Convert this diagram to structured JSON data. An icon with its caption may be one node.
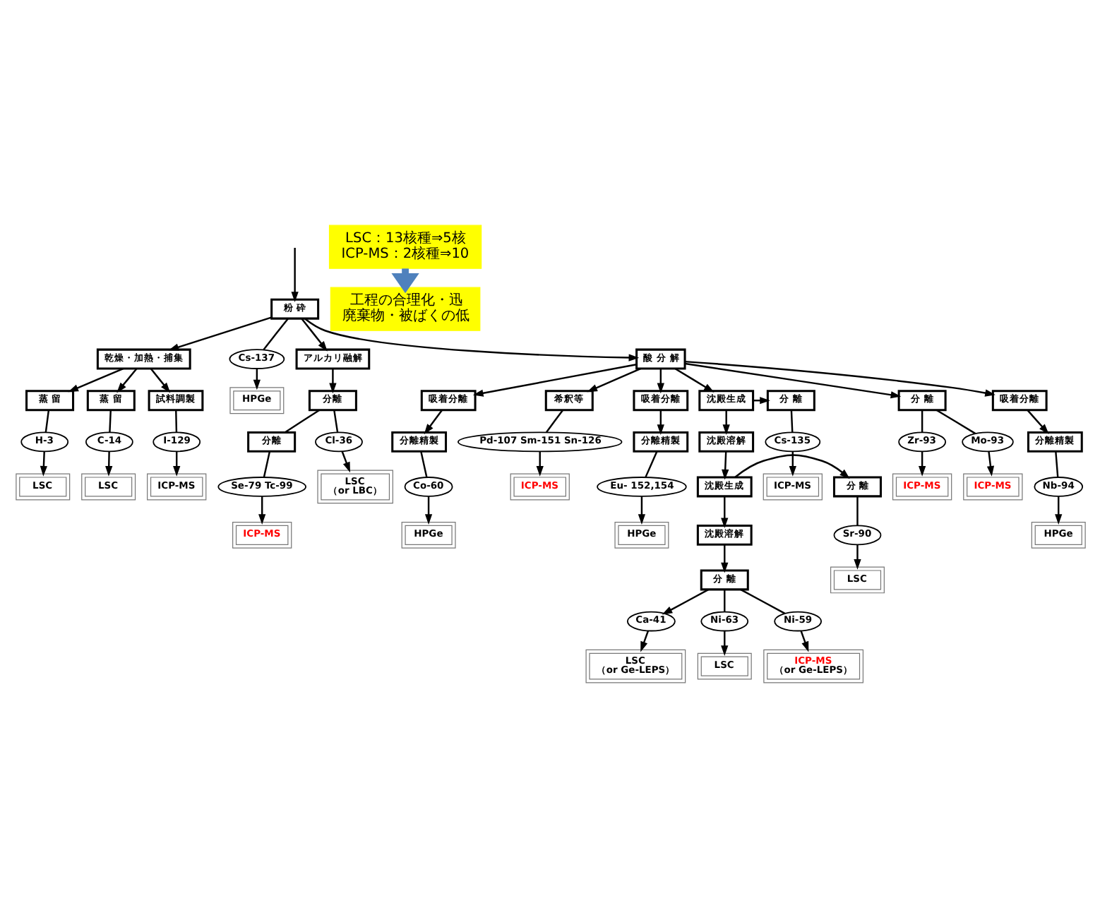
{
  "diagram": {
    "nodes": [
      {
        "text": [
          "粉 砕"
        ]
      },
      {
        "text": [
          "乾燥・加熱・捕集"
        ]
      },
      {
        "text": [
          "蒸 留"
        ]
      },
      {
        "text": [
          "蒸 留"
        ]
      },
      {
        "text": [
          "試料調製"
        ]
      },
      {
        "text": [
          "H-3"
        ]
      },
      {
        "text": [
          "C-14"
        ]
      },
      {
        "text": [
          "I-129"
        ]
      },
      {
        "text": [
          "LSC"
        ]
      },
      {
        "text": [
          "LSC"
        ]
      },
      {
        "text": [
          "ICP-MS"
        ]
      },
      {
        "text": [
          "Cs-137"
        ]
      },
      {
        "text": [
          "HPGe"
        ]
      },
      {
        "text": [
          "アルカリ融解"
        ]
      },
      {
        "text": [
          "分離"
        ]
      },
      {
        "text": [
          "分離"
        ]
      },
      {
        "text": [
          "Cl-36"
        ]
      },
      {
        "text": [
          "Se-79 Tc-99"
        ]
      },
      {
        "text": [
          "LSC",
          "（or LBC）"
        ]
      },
      {
        "text": [
          "ICP-MS"
        ]
      },
      {
        "text": [
          "酸 分 解"
        ]
      },
      {
        "text": [
          "吸着分離"
        ]
      },
      {
        "text": [
          "吸着分離"
        ]
      },
      {
        "text": [
          "吸着分離"
        ]
      },
      {
        "text": [
          "分離精製"
        ]
      },
      {
        "text": [
          "分離精製"
        ]
      },
      {
        "text": [
          "分離精製"
        ]
      },
      {
        "text": [
          "Co-60"
        ]
      },
      {
        "text": [
          "Nb-94"
        ]
      },
      {
        "text": [
          "Eu- 152,154"
        ]
      },
      {
        "text": [
          "HPGe"
        ]
      },
      {
        "text": [
          "HPGe"
        ]
      },
      {
        "text": [
          "HPGe"
        ]
      },
      {
        "text": [
          "沈殿生成"
        ]
      },
      {
        "text": [
          "分 離"
        ]
      },
      {
        "text": [
          "Cs-135"
        ]
      },
      {
        "text": [
          "ICP-MS"
        ]
      },
      {
        "text": [
          "沈殿溶解"
        ]
      },
      {
        "text": [
          "沈殿生成"
        ]
      },
      {
        "text": [
          "分 離"
        ]
      },
      {
        "text": [
          "Sr-90"
        ]
      },
      {
        "text": [
          "LSC"
        ]
      },
      {
        "text": [
          "沈殿溶解"
        ]
      },
      {
        "text": [
          "分 離"
        ]
      },
      {
        "text": [
          "Ca-41"
        ]
      },
      {
        "text": [
          "Ni-63"
        ]
      },
      {
        "text": [
          "Ni-59"
        ]
      },
      {
        "text": [
          "LSC",
          "（or Ge-LEPS）"
        ]
      },
      {
        "text": [
          "LSC"
        ]
      },
      {
        "text": [
          "ICP-MS",
          "（or Ge-LEPS）"
        ]
      },
      {
        "text": [
          "分 離"
        ]
      },
      {
        "text": [
          "Zr-93"
        ]
      },
      {
        "text": [
          "Mo-93"
        ]
      },
      {
        "text": [
          "ICP-MS"
        ]
      },
      {
        "text": [
          "ICP-MS"
        ]
      },
      {
        "text": [
          "希釈等"
        ]
      },
      {
        "text": [
          "Pd-107 Sm-151 Sn-126"
        ]
      },
      {
        "text": [
          "ICP-MS"
        ]
      },
      {
        "text": [
          "LSC：13核種⇒5核",
          "ICP-MS：2核種⇒10"
        ]
      },
      {
        "text": [
          "工程の合理化・迅",
          "廃棄物・被ばくの低"
        ]
      }
    ],
    "edges": [
      {
        "from": null,
        "to": 0,
        "arrow": "to"
      },
      {
        "from": 0,
        "to": 1,
        "arrow": "to"
      },
      {
        "from": 0,
        "to": 11,
        "arrow": "none"
      },
      {
        "from": 0,
        "to": 13,
        "arrow": "to"
      },
      {
        "from": 0,
        "to": 20,
        "arrow": "to"
      },
      {
        "from": 1,
        "to": 2,
        "arrow": "to"
      },
      {
        "from": 1,
        "to": 3,
        "arrow": "to"
      },
      {
        "from": 1,
        "to": 4,
        "arrow": "to"
      },
      {
        "from": 2,
        "to": 5,
        "arrow": "none"
      },
      {
        "from": 3,
        "to": 6,
        "arrow": "none"
      },
      {
        "from": 4,
        "to": 7,
        "arrow": "none"
      },
      {
        "from": 5,
        "to": 8,
        "arrow": "to"
      },
      {
        "from": 6,
        "to": 9,
        "arrow": "to"
      },
      {
        "from": 7,
        "to": 10,
        "arrow": "to"
      },
      {
        "from": 11,
        "to": 12,
        "arrow": "to"
      },
      {
        "from": 13,
        "to": 14,
        "arrow": "to"
      },
      {
        "from": 14,
        "to": 16,
        "arrow": "none"
      },
      {
        "from": 14,
        "to": 15,
        "arrow": "none"
      },
      {
        "from": 15,
        "to": 17,
        "arrow": "none"
      },
      {
        "from": 16,
        "to": 18,
        "arrow": "to"
      },
      {
        "from": 17,
        "to": 19,
        "arrow": "to"
      },
      {
        "from": 20,
        "to": 21,
        "arrow": "to"
      },
      {
        "from": 20,
        "to": 22,
        "arrow": "to"
      },
      {
        "from": 20,
        "to": 23,
        "arrow": "to"
      },
      {
        "from": 20,
        "to": 33,
        "arrow": "to"
      },
      {
        "from": 20,
        "to": 50,
        "arrow": "to"
      },
      {
        "from": 20,
        "to": 55,
        "arrow": "to"
      },
      {
        "from": 21,
        "to": 24,
        "arrow": "to"
      },
      {
        "from": 22,
        "to": 25,
        "arrow": "to"
      },
      {
        "from": 23,
        "to": 26,
        "arrow": "to"
      },
      {
        "from": 24,
        "to": 27,
        "arrow": "none"
      },
      {
        "from": 25,
        "to": 28,
        "arrow": "none"
      },
      {
        "from": 26,
        "to": 29,
        "arrow": "none"
      },
      {
        "from": 27,
        "to": 30,
        "arrow": "to"
      },
      {
        "from": 28,
        "to": 31,
        "arrow": "to"
      },
      {
        "from": 29,
        "to": 32,
        "arrow": "to"
      },
      {
        "from": 33,
        "to": 34,
        "arrow": "to"
      },
      {
        "from": 33,
        "to": 37,
        "arrow": "to"
      },
      {
        "from": 34,
        "to": 35,
        "arrow": "none"
      },
      {
        "from": 35,
        "to": 36,
        "arrow": "to"
      },
      {
        "from": 37,
        "to": 38,
        "arrow": "to"
      },
      {
        "from": 38,
        "to": 39,
        "arrow": "to"
      },
      {
        "from": 38,
        "to": 42,
        "arrow": "to"
      },
      {
        "from": 39,
        "to": 40,
        "arrow": "none"
      },
      {
        "from": 40,
        "to": 41,
        "arrow": "to"
      },
      {
        "from": 42,
        "to": 43,
        "arrow": "to"
      },
      {
        "from": 43,
        "to": 44,
        "arrow": "to"
      },
      {
        "from": 43,
        "to": 45,
        "arrow": "none"
      },
      {
        "from": 43,
        "to": 46,
        "arrow": "none"
      },
      {
        "from": 44,
        "to": 47,
        "arrow": "to"
      },
      {
        "from": 45,
        "to": 48,
        "arrow": "to"
      },
      {
        "from": 46,
        "to": 49,
        "arrow": "to"
      },
      {
        "from": 50,
        "to": 51,
        "arrow": "none"
      },
      {
        "from": 50,
        "to": 52,
        "arrow": "none"
      },
      {
        "from": 51,
        "to": 53,
        "arrow": "to"
      },
      {
        "from": 52,
        "to": 54,
        "arrow": "to"
      },
      {
        "from": 55,
        "to": 56,
        "arrow": "none"
      },
      {
        "from": 56,
        "to": 57,
        "arrow": "to"
      },
      {
        "from": 58,
        "to": 59,
        "arrow": "to",
        "style": "thick",
        "color": "#4f81bd"
      }
    ]
  }
}
